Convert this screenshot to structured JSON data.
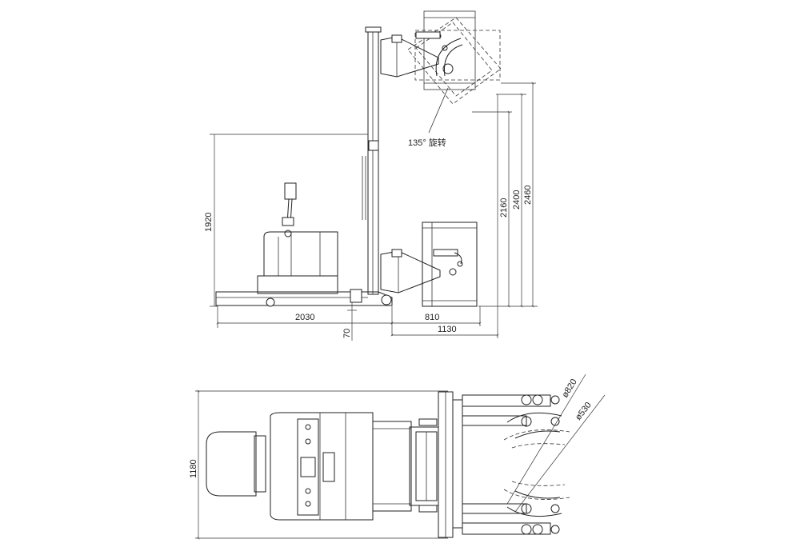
{
  "side_view": {
    "dimensions": {
      "height_left": "1920",
      "base_length": "2030",
      "ground_clearance": "70",
      "fork_reach": "810",
      "front_length": "1130",
      "dim_2160": "2160",
      "dim_2400": "2400",
      "dim_2460": "2460"
    },
    "rotation_note": "135° 旋转"
  },
  "top_view": {
    "dimensions": {
      "width": "1180",
      "drum_outer": "ø820",
      "drum_inner": "ø530"
    }
  }
}
